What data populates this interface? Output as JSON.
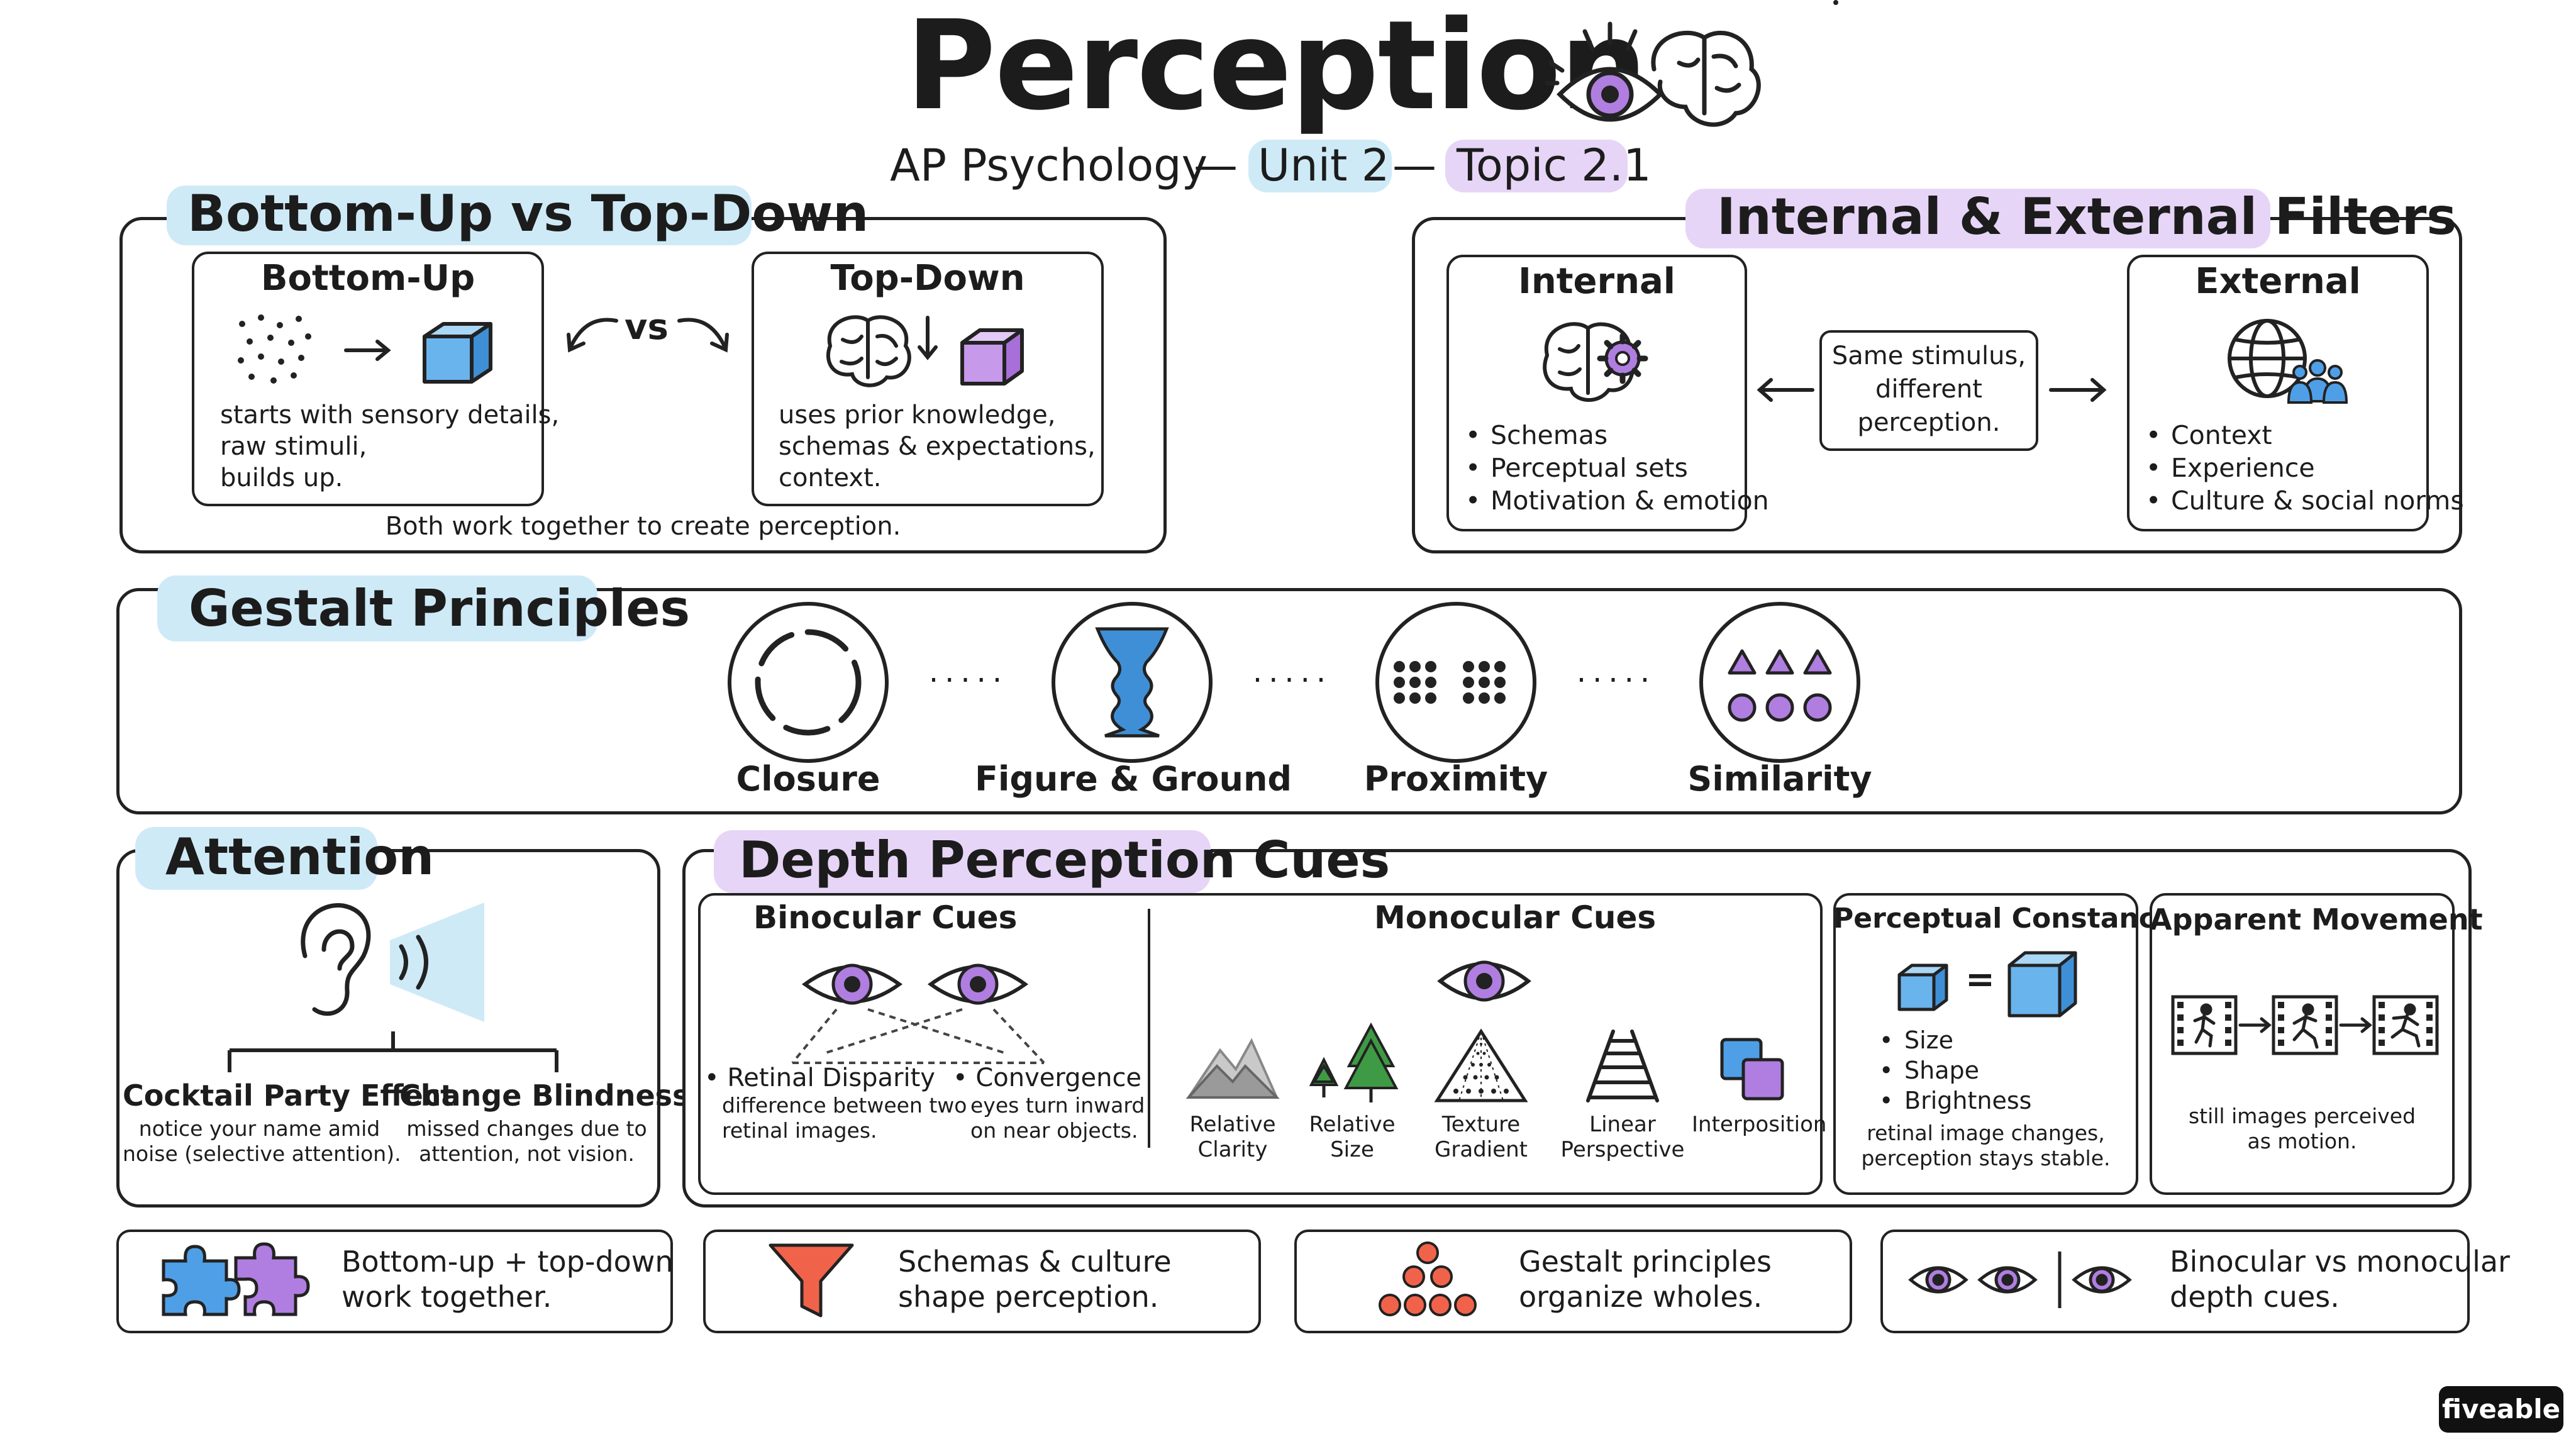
{
  "header": {
    "title": "Perception",
    "subtitle_course": "AP Psychology",
    "dash1": "—",
    "unit": "Unit 2",
    "dash2": "—",
    "topic": "Topic 2.1"
  },
  "bottom_up_top_down": {
    "heading": "Bottom-Up vs Top-Down",
    "bottom_up": {
      "title": "Bottom-Up",
      "lines": [
        "starts with sensory details,",
        "raw stimuli,",
        "builds up."
      ]
    },
    "vs": "vs",
    "top_down": {
      "title": "Top-Down",
      "lines": [
        "uses prior knowledge,",
        "schemas & expectations,",
        "context."
      ]
    },
    "caption": "Both work together to create perception."
  },
  "filters": {
    "heading": "Internal & External Filters",
    "internal": {
      "title": "Internal",
      "items": [
        "Schemas",
        "Perceptual sets",
        "Motivation & emotion"
      ]
    },
    "center_lines": [
      "Same stimulus,",
      "different",
      "perception."
    ],
    "external": {
      "title": "External",
      "items": [
        "Context",
        "Experience",
        "Culture & social norms"
      ]
    }
  },
  "gestalt": {
    "heading": "Gestalt Principles",
    "dots": ".....",
    "principles": [
      "Closure",
      "Figure & Ground",
      "Proximity",
      "Similarity"
    ]
  },
  "attention": {
    "heading": "Attention",
    "cocktail": {
      "title": "Cocktail Party Effect",
      "lines": [
        "notice your name amid",
        "noise (selective attention)."
      ]
    },
    "change_blindness": {
      "title": "Change Blindness",
      "lines": [
        "missed changes due to",
        "attention, not vision."
      ]
    }
  },
  "depth": {
    "heading": "Depth Perception Cues",
    "binocular": {
      "title": "Binocular Cues",
      "retinal": {
        "title": "Retinal Disparity",
        "lines": [
          "difference between two",
          "retinal images."
        ]
      },
      "convergence": {
        "title": "Convergence",
        "lines": [
          "eyes turn inward",
          "on near objects."
        ]
      }
    },
    "monocular": {
      "title": "Monocular Cues",
      "cues": [
        {
          "l1": "Relative",
          "l2": "Clarity"
        },
        {
          "l1": "Relative",
          "l2": "Size"
        },
        {
          "l1": "Texture",
          "l2": "Gradient"
        },
        {
          "l1": "Linear",
          "l2": "Perspective"
        },
        {
          "l1": "Interposition",
          "l2": ""
        }
      ]
    },
    "constancies": {
      "title": "Perceptual Constancies",
      "equals": "=",
      "items": [
        "Size",
        "Shape",
        "Brightness"
      ],
      "lines": [
        "retinal image changes,",
        "perception stays stable."
      ]
    },
    "apparent": {
      "title": "Apparent Movement",
      "lines": [
        "still images perceived",
        "as motion."
      ]
    }
  },
  "footer": [
    {
      "line1": "Bottom-up + top-down",
      "line2": "work together.",
      "icon": "puzzle-icon"
    },
    {
      "line1": "Schemas & culture",
      "line2": "shape perception.",
      "icon": "funnel-icon"
    },
    {
      "line1": "Gestalt principles",
      "line2": "organize wholes.",
      "icon": "dots-group-icon"
    },
    {
      "line1": "Binocular vs monocular",
      "line2": "depth cues.",
      "icon": "eyes-icon"
    }
  ],
  "brand": "fiveable",
  "colors": {
    "purple": "#b07ee0",
    "purple_light": "#e7d5f7",
    "blue": "#4f9fe6",
    "blue_light": "#cfeaf7",
    "orange": "#f0634a",
    "green": "#3e9a44",
    "ink": "#222222"
  }
}
